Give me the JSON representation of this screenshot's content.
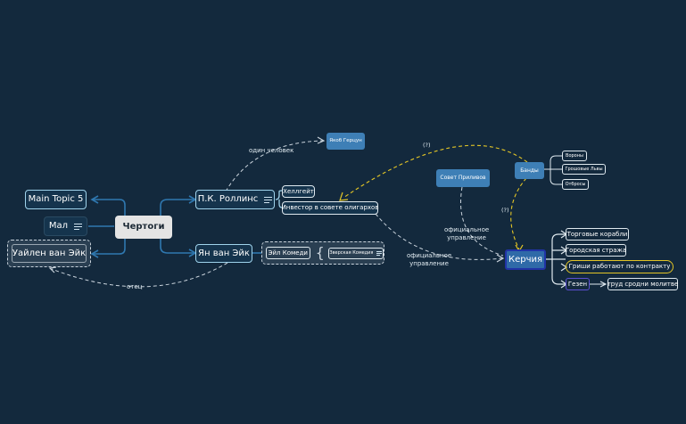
{
  "colors": {
    "background": "#13293d",
    "line_blue": "#2f78b0",
    "line_light": "#9fd3ec",
    "node_fill_blue": "#3e7fb6",
    "root_fill": "#e4e4e4",
    "dashed_relation": "#c9d3dc",
    "dashed_yellow": "#e3c526",
    "highlight_yellow": "#e3c526",
    "kerch_border": "#2133a6"
  },
  "root": {
    "label": "Чертоги"
  },
  "left_topics": {
    "main_topic": "Main Topic 5",
    "mal": "Мал",
    "wylan": "Уайлен ван Эйк"
  },
  "rollins": {
    "label": "П.К. Роллинс",
    "one_person_label": "один человек",
    "jacob": "Якоб Герцун",
    "hellgate": "Хеллгейт",
    "investor": "Инвестор в совете олигархов"
  },
  "van_eck": {
    "label": "Ян ван Эйк",
    "father_label": "отец",
    "eyl_comedy": "Эйл Комеди",
    "zver_comedy": "Зверская Комедия"
  },
  "kerch": {
    "label": "Керчия",
    "tides_council": "Совет Приливов",
    "official_1": "официальное управление",
    "official_2": "официальное управление",
    "question_1": "(?)",
    "question_2": "(?)",
    "gangs": "Банды",
    "gang_items": [
      "Вороны",
      "Грошовые Львы",
      "Отбросы"
    ],
    "children": {
      "ships": "Торговые корабли",
      "guard": "Городская стража",
      "grisha": "Гриши работают по контракту",
      "gezen": "Гезен",
      "labor": "труд сродни молитве"
    }
  }
}
